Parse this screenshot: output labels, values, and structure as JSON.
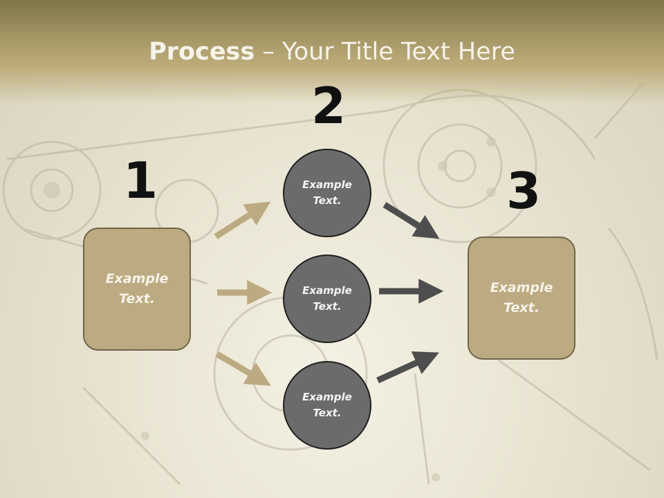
{
  "title": {
    "bold": "Process",
    "rest": " – Your Title Text Here"
  },
  "steps": [
    {
      "number": "1",
      "text": "Example\nText."
    },
    {
      "number": "2"
    },
    {
      "number": "3",
      "text": "Example\nText."
    }
  ],
  "circles": [
    {
      "text": "Example\nText."
    },
    {
      "text": "Example\nText."
    },
    {
      "text": "Example\nText."
    }
  ],
  "colors": {
    "box_fill": "#bcab82",
    "box_border": "#6e6546",
    "circle_fill": "#6b6b6b",
    "arrow_tan": "#bcab82",
    "arrow_dark": "#4e4e4e",
    "title_band": "#a39564"
  }
}
